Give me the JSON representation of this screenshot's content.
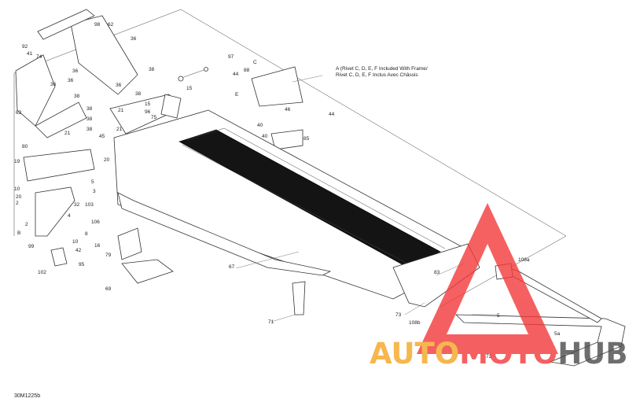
{
  "drawing_code": "30M1225b",
  "note": {
    "line1": "A (Rivet C, D, E, F Included With Frame/",
    "line2": "Rivet C, D, E, F Inclus Avec Châssis"
  },
  "callouts": [
    "98",
    "62",
    "36",
    "92",
    "41",
    "74",
    "36",
    "36",
    "38",
    "62",
    "38",
    "38",
    "38",
    "38",
    "36",
    "36",
    "38",
    "97",
    "15",
    "C",
    "88",
    "44",
    "E",
    "46",
    "44",
    "15",
    "96",
    "75",
    "21",
    "21",
    "40",
    "85",
    "40",
    "45",
    "80",
    "20",
    "21",
    "19",
    "10",
    "20",
    "2",
    "2",
    "B",
    "5",
    "3",
    "103",
    "32",
    "4",
    "106",
    "8",
    "10",
    "99",
    "16",
    "79",
    "42",
    "95",
    "102",
    "69",
    "67",
    "71",
    "83",
    "73",
    "108a",
    "108b",
    "5",
    "5a",
    "72"
  ],
  "watermark": {
    "brand_left": "AUTO",
    "brand_mid": "MOTO",
    "brand_right": "HUB",
    "color_red": "#f2393a",
    "color_orange": "#f5a623",
    "color_gray": "#4a4a4a"
  }
}
